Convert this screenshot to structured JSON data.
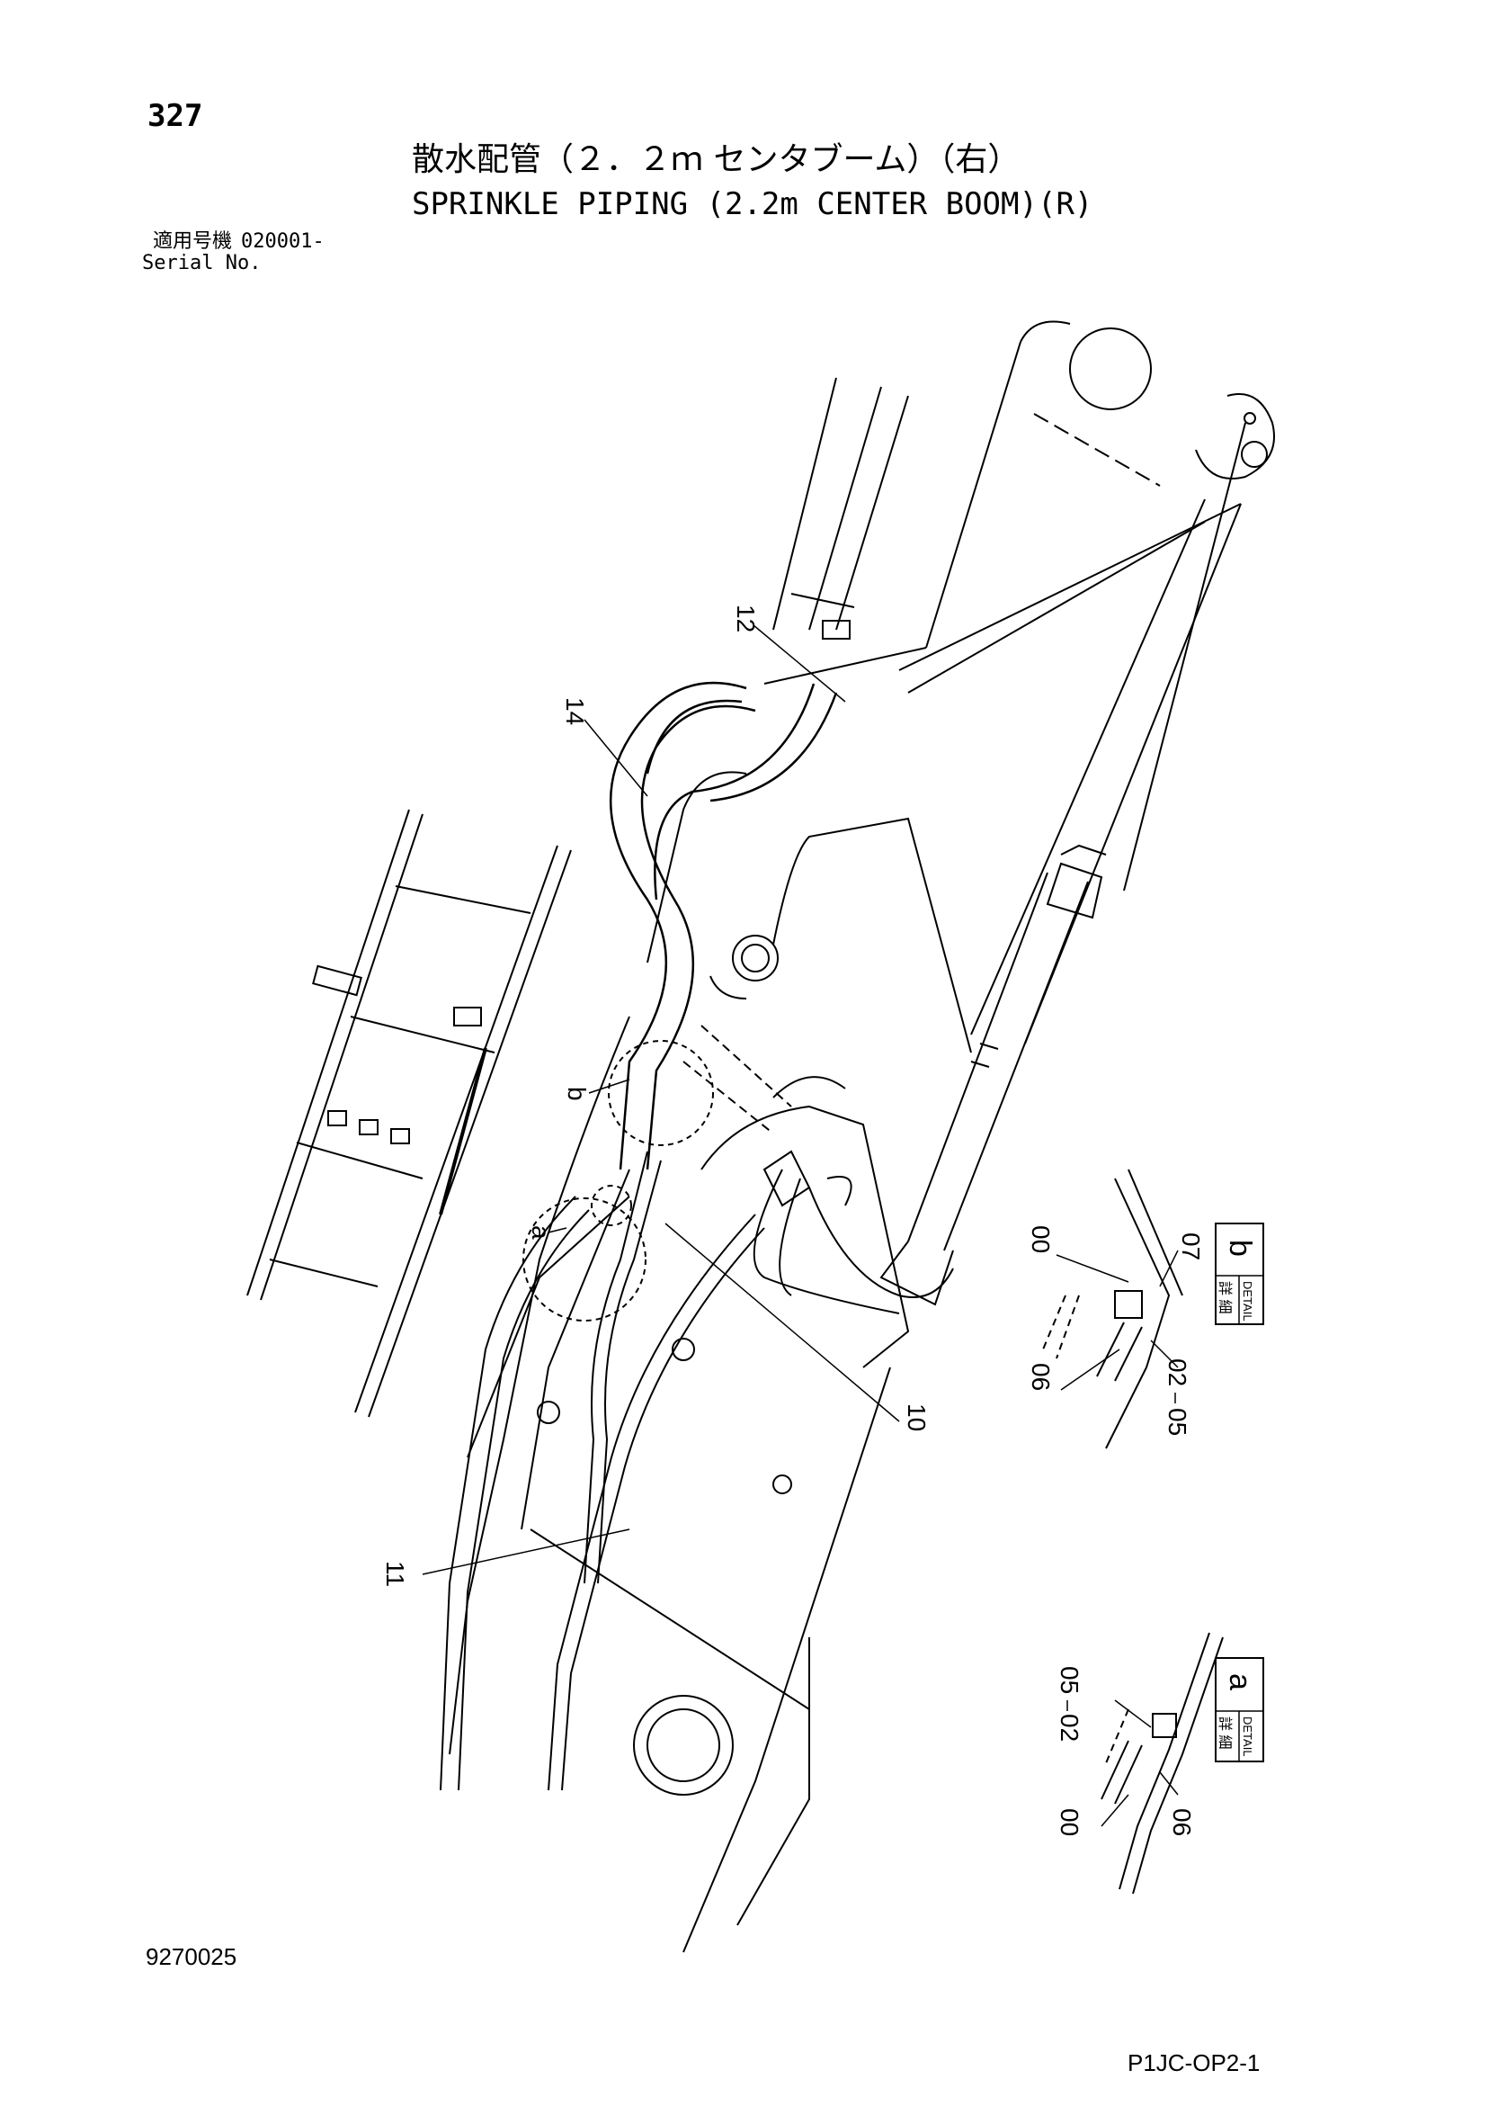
{
  "header": {
    "page_number": "327",
    "title_jp": "散水配管（２．２ｍ センタブーム）（右）",
    "title_en": "SPRINKLE PIPING (2.2m CENTER BOOM)(R)",
    "applicable_jp": "適用号機",
    "serial_from": "020001-",
    "serial_label": "Serial No."
  },
  "callouts": {
    "c12": "12",
    "c14": "14",
    "c10": "10",
    "c11": "11",
    "detail_a_mark": "a",
    "detail_b_mark": "b"
  },
  "detail_b": {
    "letter": "b",
    "label_jp": "詳 細",
    "label_en": "DETAIL",
    "parts": [
      "00",
      "07",
      "06",
      "02",
      "05"
    ]
  },
  "detail_a": {
    "letter": "a",
    "label_jp": "詳 細",
    "label_en": "DETAIL",
    "parts": [
      "05",
      "02",
      "00",
      "06"
    ]
  },
  "footer": {
    "illustration_no": "9270025",
    "page_code": "P1JC-OP2-1"
  }
}
